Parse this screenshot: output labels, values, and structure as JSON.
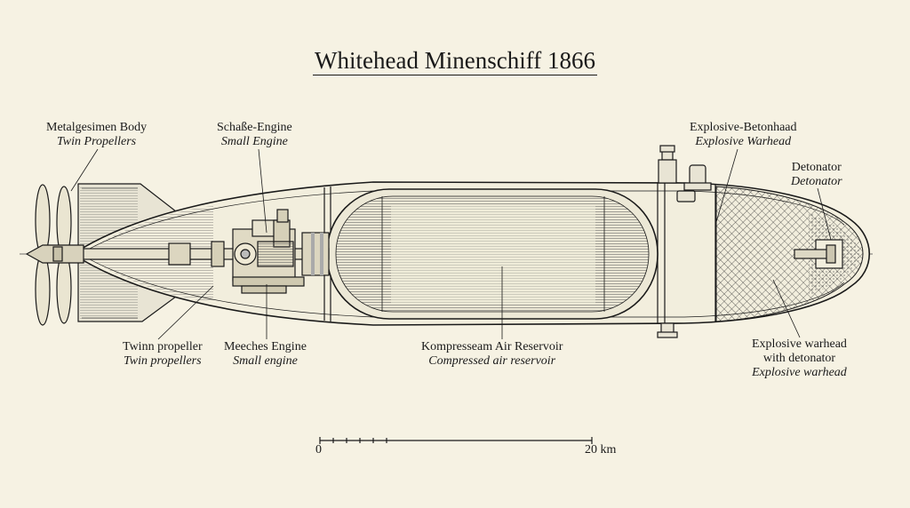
{
  "title": "Whitehead Minenschiff 1866",
  "labels": {
    "body": {
      "name": "Metalgesimen Body",
      "sub": "Twin Propellers"
    },
    "schasse": {
      "name": "Schaße-Engine",
      "sub": "Small Engine"
    },
    "warhead_top": {
      "name": "Explosive-Betonhaad",
      "sub": "Explosive Warhead"
    },
    "detonator": {
      "name": "Detonator",
      "sub": "Detonator"
    },
    "propeller": {
      "name": "Twinn propeller",
      "sub": "Twin propellers"
    },
    "meeches": {
      "name": "Meeches Engine",
      "sub": "Small engine"
    },
    "reservoir": {
      "name": "Kompresseam Air Reservoir",
      "sub": "Compressed air reservoir"
    },
    "warhead_bottom": {
      "line1": "Explosive warhead",
      "line2": "with detonator",
      "sub": "Explosive warhead"
    }
  },
  "scale": {
    "start": "0",
    "end": "20 km"
  },
  "colors": {
    "paper": "#f6f2e3",
    "ink": "#1a1a1a"
  }
}
